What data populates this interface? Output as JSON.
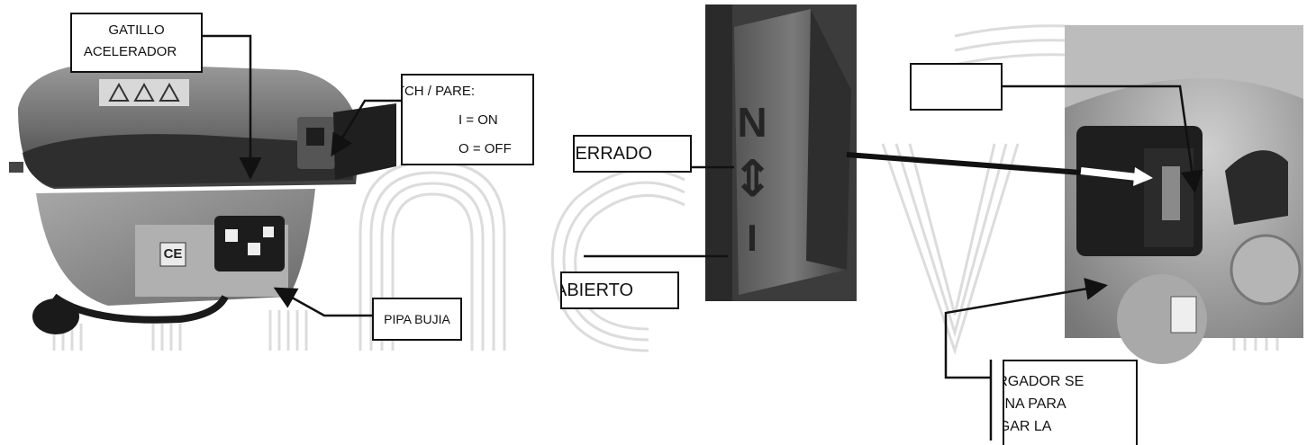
{
  "callouts": {
    "throttle": {
      "line1": "GATILLO",
      "line2": "ACELERADOR"
    },
    "stop_switch": {
      "title": "STOP SWITCH / PARE:",
      "on": "I = ON",
      "off": "O = OFF"
    },
    "closed": {
      "label": "CERRADO"
    },
    "open": {
      "label": "ABIERTO"
    },
    "spark_plug": {
      "label": "PIPA BUJIA"
    },
    "top_right": {
      "label": ""
    },
    "bottom_right": {
      "line1": "PURGADOR SE",
      "line2": "PRESIONA PARA",
      "line3": "PURGAR LA"
    }
  },
  "device": {
    "ce_mark": "CE"
  },
  "switch_symbols": {
    "top": "N",
    "middle": "⇕",
    "bottom": "I"
  },
  "colors": {
    "ink": "#111111",
    "watermark": "#d9d9d9",
    "photo_dark": "#2a2a2a",
    "photo_mid": "#8a8a8a",
    "arrow_white": "#ffffff"
  }
}
